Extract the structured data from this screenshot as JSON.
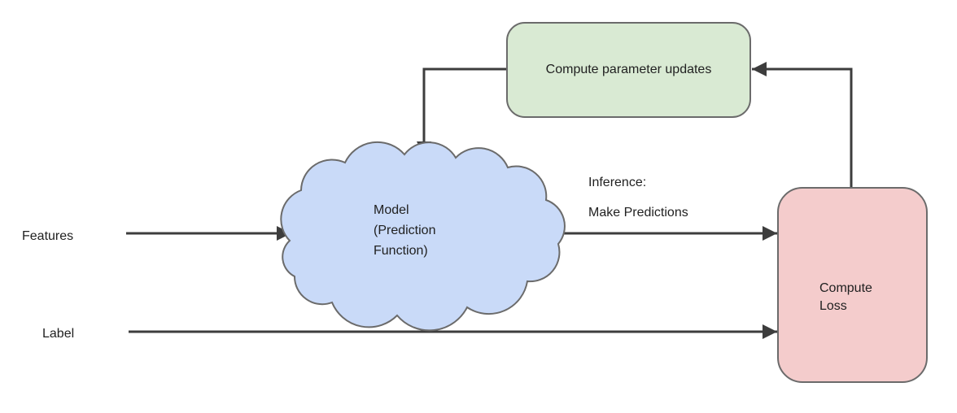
{
  "diagram": {
    "type": "flowchart",
    "background": "#ffffff",
    "nodes": {
      "compute_parameter_updates": {
        "label": "Compute parameter updates",
        "fill": "#d9ead3",
        "shape": "rounded-rectangle"
      },
      "model": {
        "lines": [
          "Model",
          "(Prediction",
          "Function)"
        ],
        "fill": "#c9daf8",
        "shape": "cloud"
      },
      "compute_loss": {
        "lines": [
          "Compute",
          "Loss"
        ],
        "fill": "#f4cccc",
        "shape": "rounded-rectangle"
      }
    },
    "edge_labels": {
      "features": "Features",
      "label": "Label",
      "inference_line1": "Inference:",
      "inference_line2": "Make Predictions"
    },
    "edges": [
      {
        "name": "features-to-model",
        "from": "features",
        "to": "model"
      },
      {
        "name": "model-to-compute-loss",
        "from": "model",
        "to": "compute_loss"
      },
      {
        "name": "label-to-compute-loss",
        "from": "label",
        "to": "compute_loss"
      },
      {
        "name": "compute-loss-to-parameter-updates",
        "from": "compute_loss",
        "to": "compute_parameter_updates"
      },
      {
        "name": "parameter-updates-to-model",
        "from": "compute_parameter_updates",
        "to": "model"
      }
    ],
    "colors": {
      "arrow": "#3d3d3d",
      "shape_stroke": "#6b6b6b",
      "text": "#212121",
      "green_fill": "#d9ead3",
      "blue_fill": "#c9daf8",
      "pink_fill": "#f4cccc"
    }
  }
}
